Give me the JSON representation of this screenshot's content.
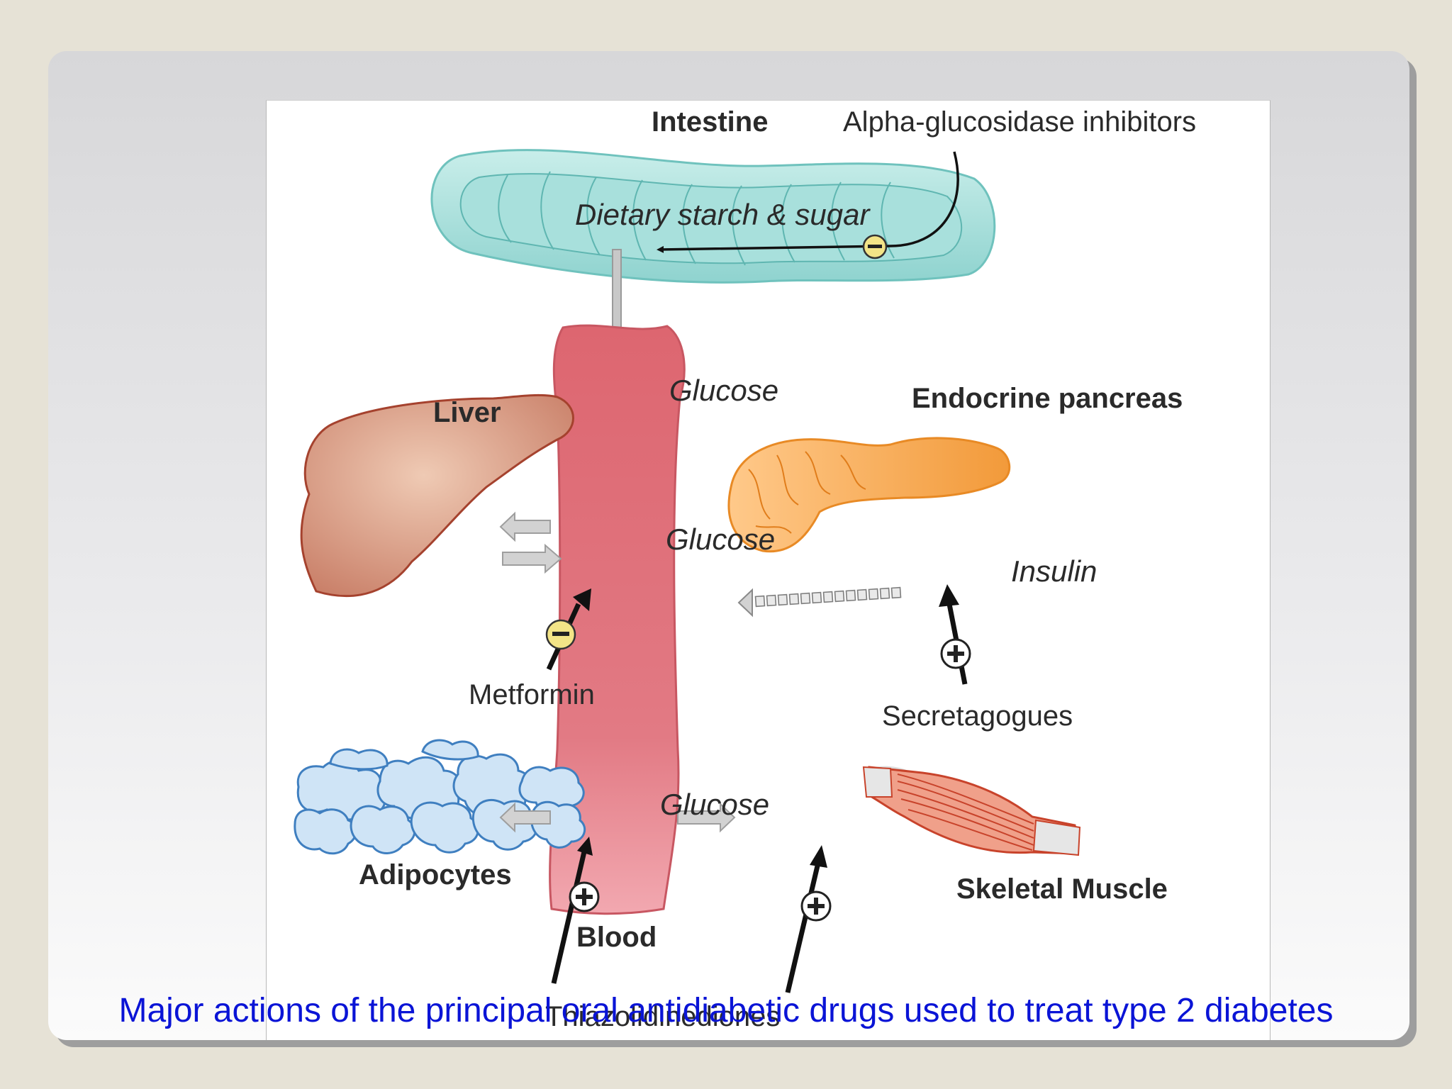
{
  "labels": {
    "intestine": "Intestine",
    "alpha_glucosidase": "Alpha-glucosidase inhibitors",
    "dietary": "Dietary starch & sugar",
    "glucose_top": "Glucose",
    "glucose_mid": "Glucose",
    "glucose_low": "Glucose",
    "liver": "Liver",
    "endocrine_pancreas": "Endocrine pancreas",
    "insulin": "Insulin",
    "metformin": "Metformin",
    "secretagogues": "Secretagogues",
    "adipocytes": "Adipocytes",
    "skeletal_muscle": "Skeletal Muscle",
    "blood": "Blood",
    "thiazolidinediones": "Thiazolidinediones"
  },
  "caption": "Major actions of the principal oral antidiabetic drugs used to treat type 2 diabetes",
  "colors": {
    "blood": "#e06b76",
    "intestine": "#9fd9d6",
    "liver": "#c98670",
    "pancreas": "#f6a94c",
    "adipocyte": "#cfe4f6",
    "muscle": "#f0a08a",
    "caption": "#0a14d6"
  },
  "icons": [
    "minus-icon",
    "plus-icon"
  ]
}
